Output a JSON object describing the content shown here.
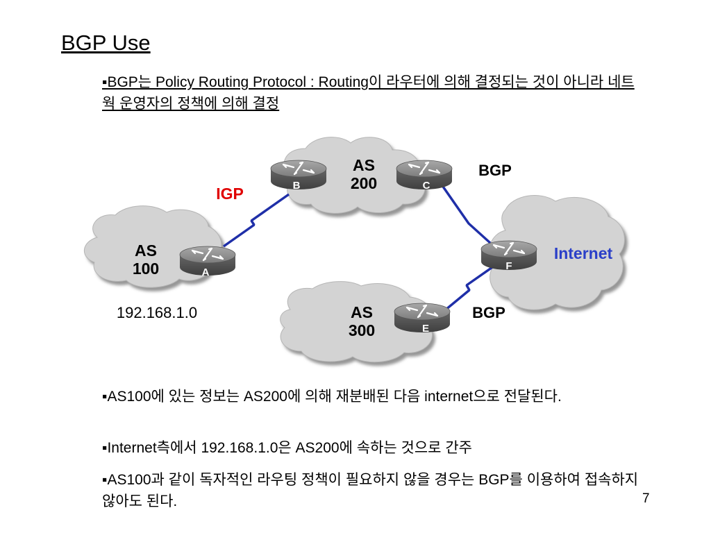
{
  "title": "BGP Use",
  "bullets": {
    "b1": "▪BGP는 Policy Routing Protocol : Routing이 라우터에 의해 결정되는 것이 아니라 네트웍 운영자의 정책에 의해 결정",
    "b2": "▪AS100에 있는 정보는 AS200에 의해 재분배된 다음 internet으로 전달된다.",
    "b3": "▪Internet측에서 192.168.1.0은 AS200에 속하는 것으로 간주",
    "b4": "▪AS100과 같이 독자적인 라우팅 정책이 필요하지 않을 경우는 BGP를 이용하여 접속하지 않아도 된다."
  },
  "page_number": "7",
  "diagram": {
    "clouds": {
      "as100": [
        "AS",
        "100"
      ],
      "as200": [
        "AS",
        "200"
      ],
      "as300": [
        "AS",
        "300"
      ],
      "internet": "Internet"
    },
    "routers": {
      "a": "A",
      "b": "B",
      "c": "C",
      "e": "E",
      "f": "F"
    },
    "links": {
      "igp": "IGP",
      "bgp_top": "BGP",
      "bgp_bottom": "BGP"
    },
    "network": "192.168.1.0",
    "colors": {
      "igp": "#e00000",
      "internet": "#2a3fc8",
      "link": "#1f2fa8",
      "cloud": "#d3d3d3"
    }
  }
}
